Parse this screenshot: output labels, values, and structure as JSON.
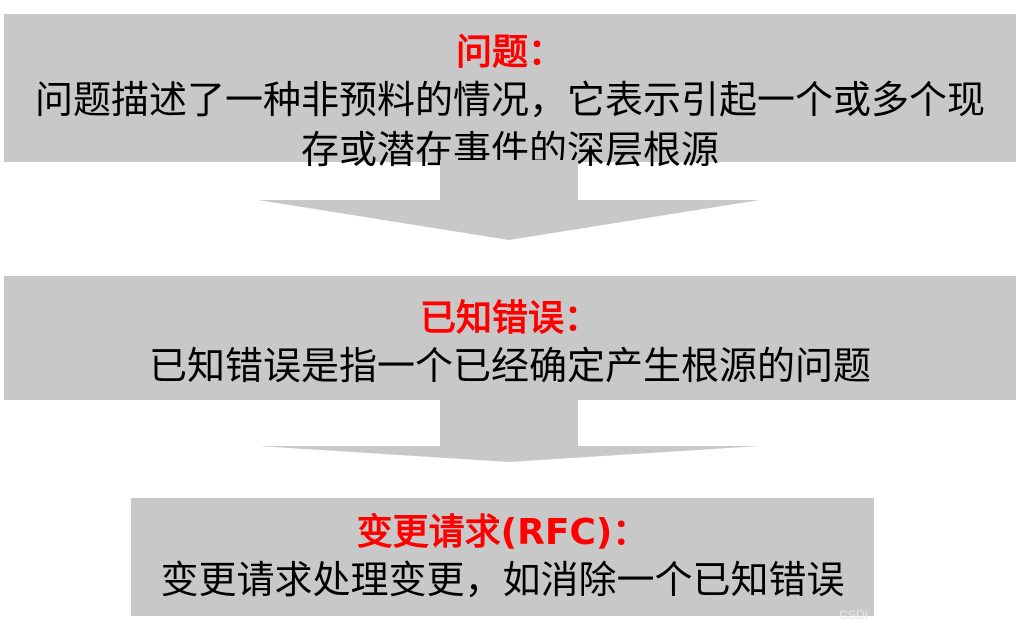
{
  "boxes": [
    {
      "title": "问题：",
      "text": "问题描述了一种非预料的情况，它表示引起一个或多个现存或潜在事件的深层根源"
    },
    {
      "title": "已知错误：",
      "text": "已知错误是指一个已经确定产生根源的问题"
    },
    {
      "title": "变更请求(RFC)：",
      "text": "变更请求处理变更，如消除一个已知错误"
    }
  ],
  "watermark": "CSDI",
  "colors": {
    "box_fill": "#c8c8c8",
    "title": "#ff0000",
    "text": "#000000"
  }
}
